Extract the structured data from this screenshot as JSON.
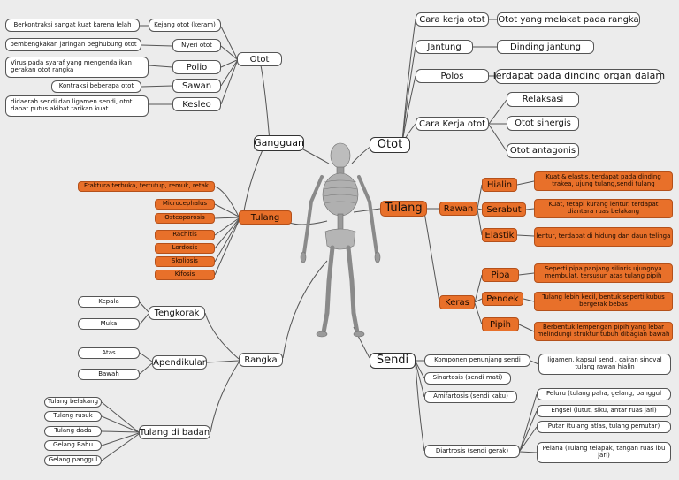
{
  "colors": {
    "orange": "#e8702a",
    "line": "#555555",
    "background": "#ececec"
  },
  "center": {
    "image": "skeleton-icon"
  },
  "gangguan": {
    "label": "Gangguan",
    "otot": {
      "label": "Otot",
      "items": [
        {
          "label": "Kejang otot (keram)",
          "desc": "Berkontraksi sangat kuat karena lelah"
        },
        {
          "label": "Nyeri otot",
          "desc": "pembengkakan jaringan peghubung otot"
        },
        {
          "label": "Polio",
          "desc": "Virus pada syaraf yang mengendalikan gerakan otot rangka"
        },
        {
          "label": "Sawan",
          "desc": "Kontraksi beberapa otot"
        },
        {
          "label": "Kesleo",
          "desc": "didaerah sendi dan ligamen sendi, otot dapat putus akibat tarikan kuat"
        }
      ]
    },
    "tulang": {
      "label": "Tulang",
      "items": [
        "Fraktura terbuka, tertutup, remuk, retak",
        "Microcephalus",
        "Osteoporosis",
        "Rachitis",
        "Lordosis",
        "Skoliosis",
        "Kifosis"
      ]
    }
  },
  "rangka": {
    "label": "Rangka",
    "tengkorak": {
      "label": "Tengkorak",
      "items": [
        "Kepala",
        "Muka"
      ]
    },
    "apendikular": {
      "label": "Apendikular",
      "items": [
        "Atas",
        "Bawah"
      ]
    },
    "tulang_badan": {
      "label": "Tulang di badan",
      "items": [
        "Tulang belakang",
        "Tulang rusuk",
        "Tulang dada",
        "Gelang Bahu",
        "Gelang panggul"
      ]
    }
  },
  "otot": {
    "label": "Otot",
    "cara_kerja_1": {
      "label": "Cara kerja otot",
      "value": "Otot yang melakat pada rangka"
    },
    "jantung": {
      "label": "Jantung",
      "value": "Dinding jantung"
    },
    "polos": {
      "label": "Polos",
      "value": "Terdapat pada dinding organ dalam"
    },
    "cara_kerja_2": {
      "label": "Cara Kerja otot",
      "items": [
        "Relaksasi",
        "Otot sinergis",
        "Otot antagonis"
      ]
    }
  },
  "tulang": {
    "label": "Tulang",
    "rawan": {
      "label": "Rawan",
      "items": [
        {
          "label": "Hialin",
          "desc": "Kuat & elastis, terdapat pada dinding trakea, ujung tulang,sendi tulang"
        },
        {
          "label": "Serabut",
          "desc": "Kuat, tetapi kurang lentur. terdapat diantara ruas belakang"
        },
        {
          "label": "Elastik",
          "desc": "lentur, terdapat di hidung dan daun telinga"
        }
      ]
    },
    "keras": {
      "label": "Keras",
      "items": [
        {
          "label": "Pipa",
          "desc": "Seperti pipa panjang silinris ujungnya membulat, tersusun atas tulang pipih"
        },
        {
          "label": "Pendek",
          "desc": "Tulang lebih kecil, bentuk seperti kubus bergerak bebas"
        },
        {
          "label": "Pipih",
          "desc": "Berbentuk lempengan pipih yang lebar melindungi struktur tubuh dibagian bawah"
        }
      ]
    }
  },
  "sendi": {
    "label": "Sendi",
    "komponen": {
      "label": "Komponen penunjang sendi",
      "value": "ligamen, kapsul sendi, cairan sinoval tulang rawan hialin"
    },
    "sinartosis": {
      "label": "Sinartosis (sendi mati)"
    },
    "amfiartosis": {
      "label": "Amifartosis (sendi kaku)"
    },
    "diartrosis": {
      "label": "Diartrosis (sendi gerak)",
      "items": [
        "Peluru (tulang paha, gelang, panggul",
        "Engsel (lutut, siku, antar ruas jari)",
        "Putar (tulang atlas, tulang pemutar)",
        "Pelana (Tulang telapak, tangan ruas ibu jari)"
      ]
    }
  }
}
